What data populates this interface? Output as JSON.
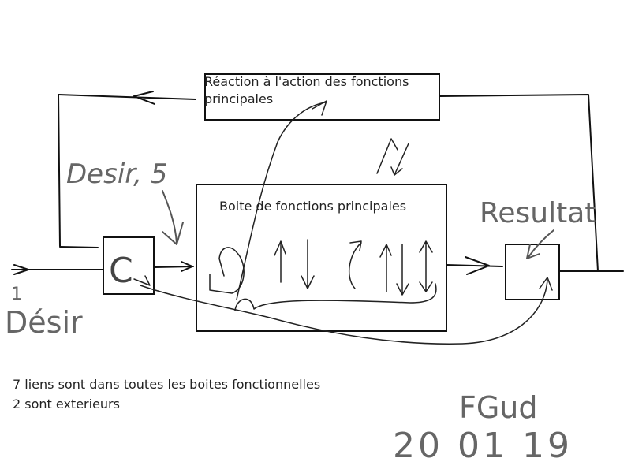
{
  "boxes": {
    "reaction": "Réaction à l'action des fonctions principales",
    "boite": "Boite de fonctions principales",
    "comparator": "C",
    "output_box": ""
  },
  "handwriting": {
    "desirs": "Desir, 5",
    "resultat": "Resultat",
    "input_index": "1",
    "desir": "Désir",
    "signature": "FGud",
    "date": "20 01 19"
  },
  "notes": {
    "line1": "7 liens sont dans toutes les boites fonctionnelles",
    "line2": "2 sont exterieurs"
  },
  "colors": {
    "ink": "#111111",
    "pencil": "#555555",
    "text": "#222222"
  }
}
